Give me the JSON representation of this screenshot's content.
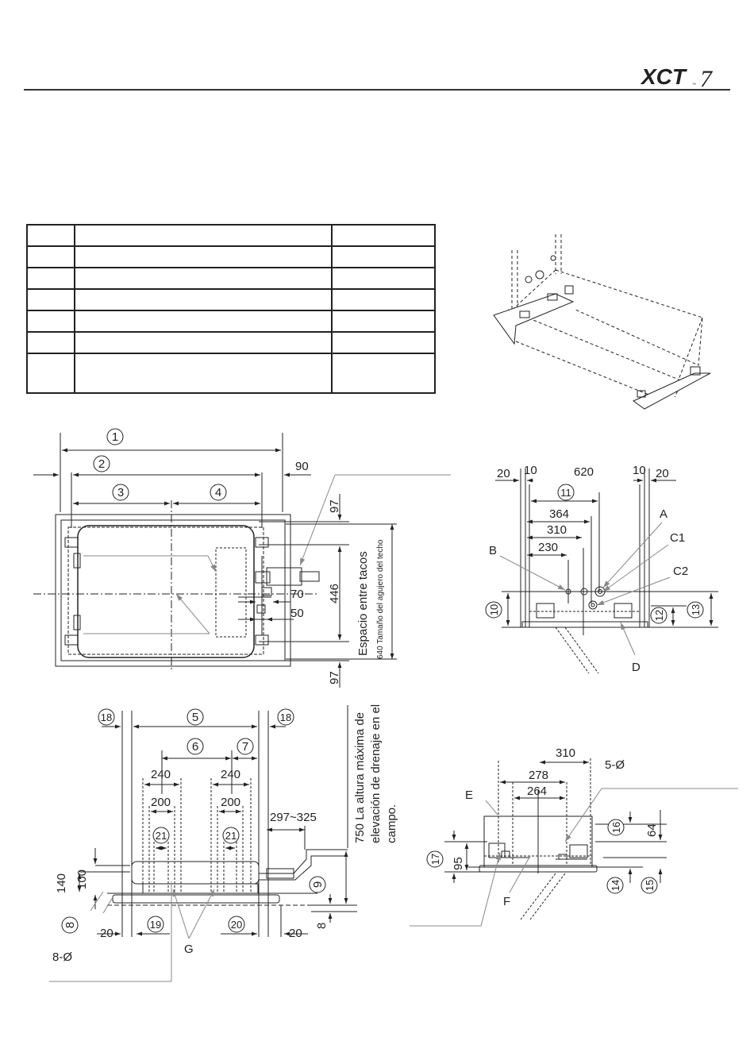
{
  "brand": {
    "logo_text": "XCT",
    "logo_suffix": "7",
    "logo_tm": "™"
  },
  "spec_table": {
    "rows": 7,
    "cols": 3
  },
  "colors": {
    "line": "#222222",
    "leader": "#888888",
    "background": "#ffffff"
  },
  "labels": {
    "n1": "1",
    "n2": "2",
    "n3": "3",
    "n4": "4",
    "n5": "5",
    "n6": "6",
    "n7": "7",
    "n8": "8",
    "n9": "9",
    "n10": "10",
    "n11": "11",
    "n12": "12",
    "n13": "13",
    "n14": "14",
    "n15": "15",
    "n16": "16",
    "n17": "17",
    "n18": "18",
    "n19": "19",
    "n20": "20",
    "n21": "21",
    "A": "A",
    "B": "B",
    "C1": "C1",
    "C2": "C2",
    "D": "D",
    "E": "E",
    "F": "F",
    "G": "G"
  },
  "dims": {
    "d90": "90",
    "d97": "97",
    "d446": "446",
    "d70": "70",
    "d50": "50",
    "d20": "20",
    "d10": "10",
    "d620": "620",
    "d364": "364",
    "d310": "310",
    "d230": "230",
    "d240": "240",
    "d200": "200",
    "d297_325": "297~325",
    "d140": "140",
    "d100": "100",
    "d8": "8",
    "d278": "278",
    "d264": "264",
    "d64": "64",
    "d95": "95",
    "d5dia": "5-Ø",
    "d8dia": "8-Ø"
  },
  "notes": {
    "bolt_spacing": "Espacio entre tacos",
    "ceiling_hole": "640 Tamaño del agujero del techo",
    "drain_line1": "750 La altura máxima de",
    "drain_line2": "elevación de drenaje en el",
    "drain_line3": "campo."
  }
}
